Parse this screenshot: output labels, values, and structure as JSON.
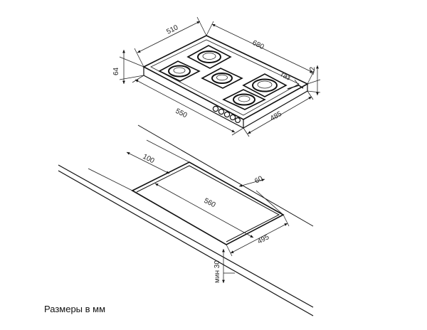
{
  "caption": "Размеры в мм",
  "colors": {
    "line": "#111111",
    "background": "#ffffff"
  },
  "hob": {
    "width_top": "510",
    "length_top": "680",
    "height_left": "64",
    "height_right": "42",
    "gas_label": "газ",
    "depth_bottom": "550",
    "depth_right": "485"
  },
  "cutout": {
    "offset_back": "100",
    "offset_side": "60",
    "length": "560",
    "width": "495",
    "min_thickness": "мин 30"
  }
}
